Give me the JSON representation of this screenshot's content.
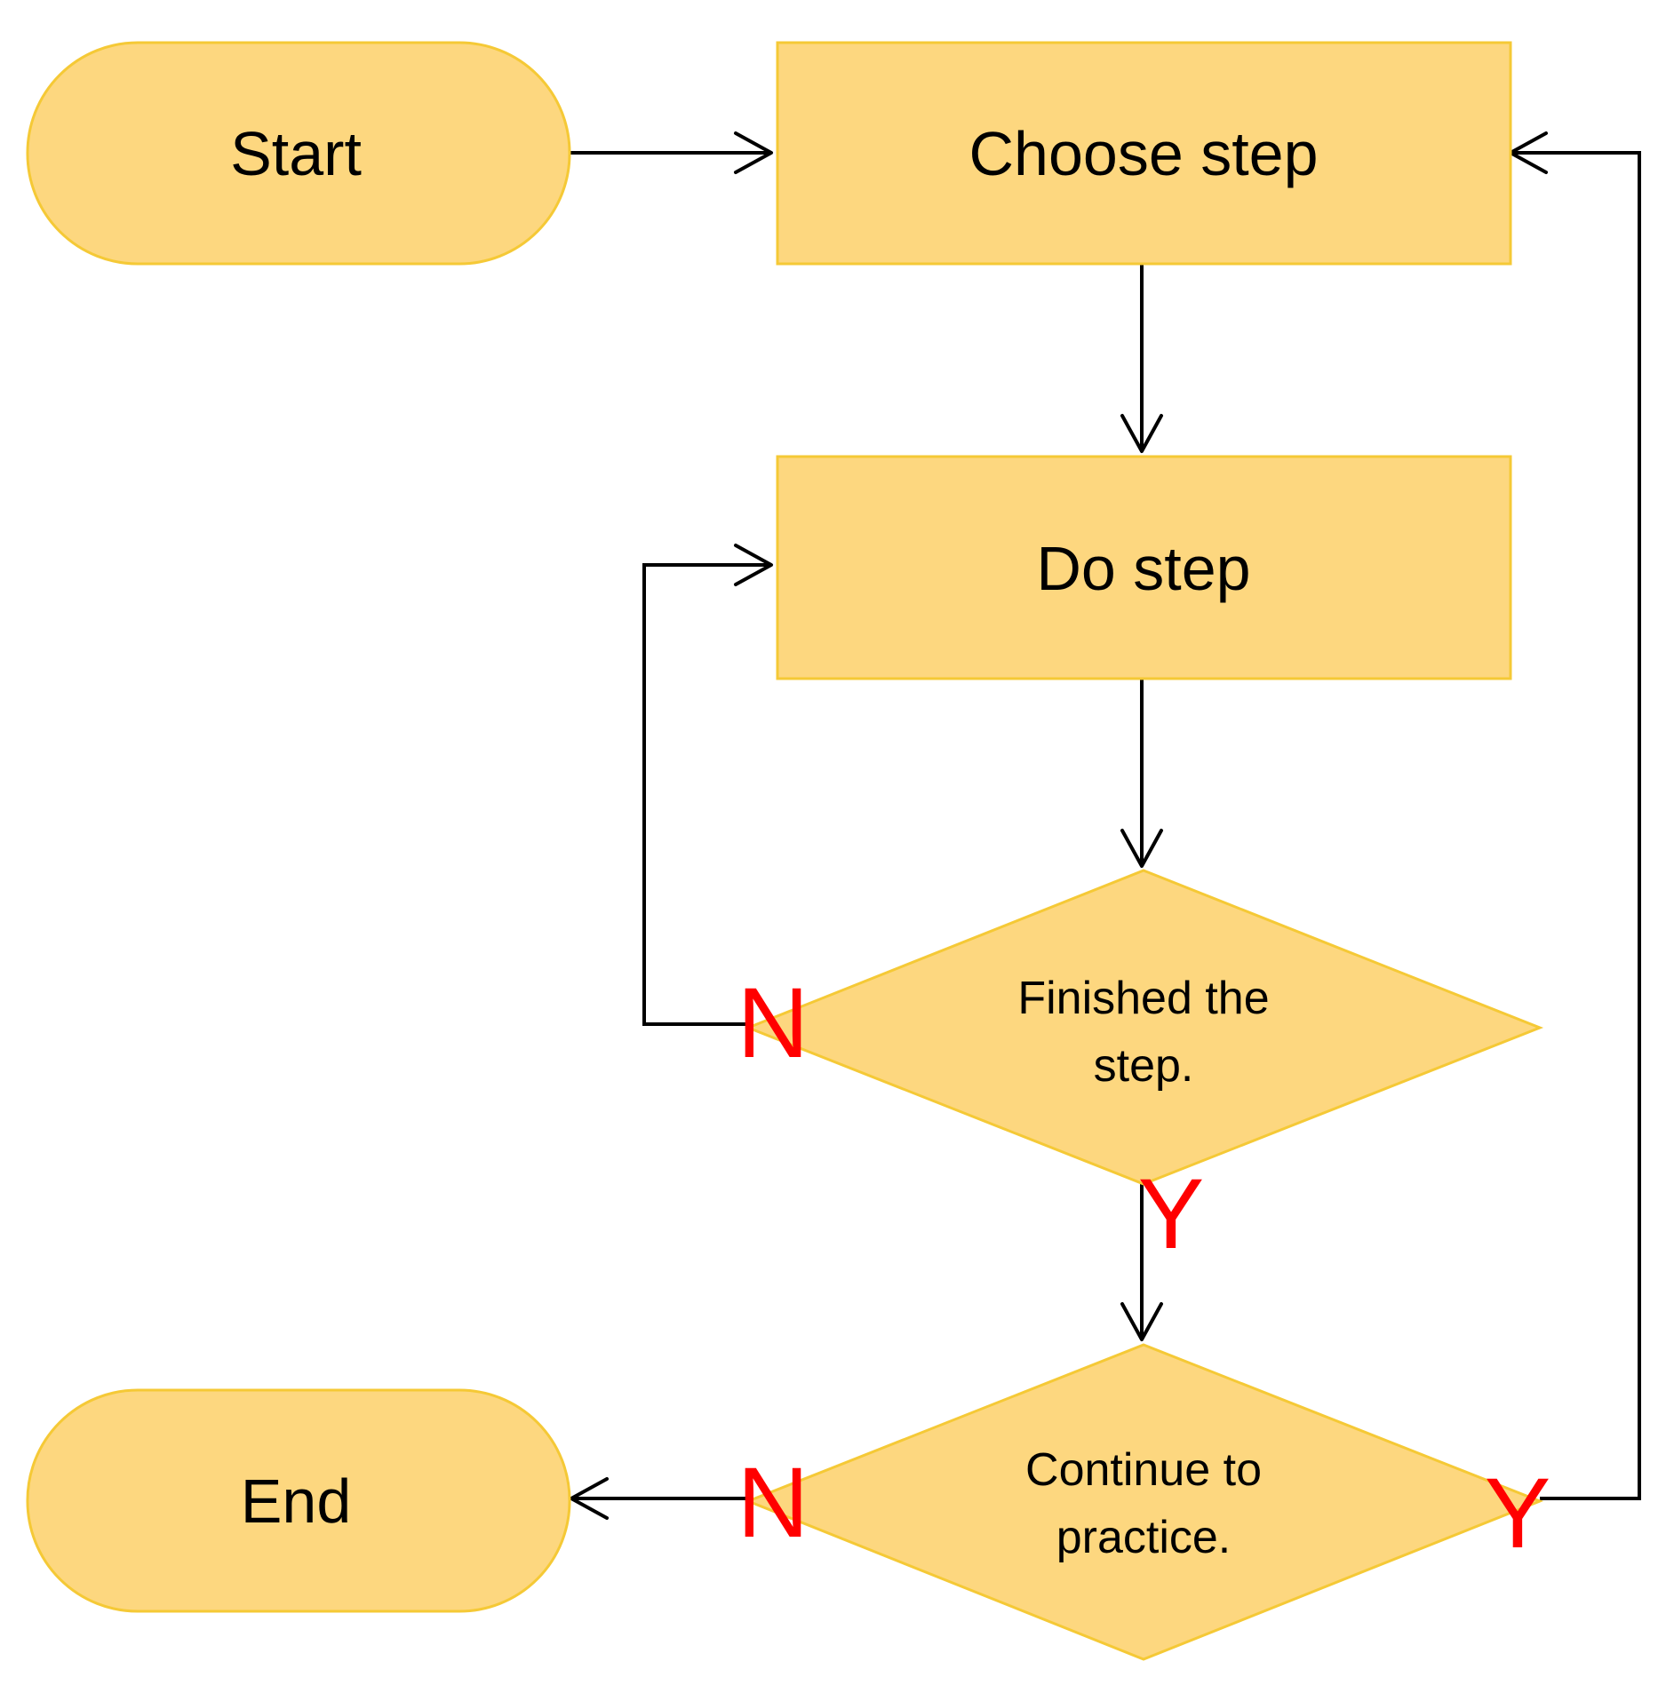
{
  "nodes": {
    "start": "Start",
    "choose_step": "Choose step",
    "do_step": "Do step",
    "finished_line1": "Finished the",
    "finished_line2": "step.",
    "continue_line1": "Continue to",
    "continue_line2": "practice.",
    "end": "End"
  },
  "branch_labels": {
    "finished_no": "N",
    "finished_yes": "Y",
    "continue_no": "N",
    "continue_yes": "Y"
  },
  "colors": {
    "node_fill": "#fdd77f",
    "node_border": "#f5c936",
    "connector": "#000000",
    "branch_label": "#ff0000"
  }
}
